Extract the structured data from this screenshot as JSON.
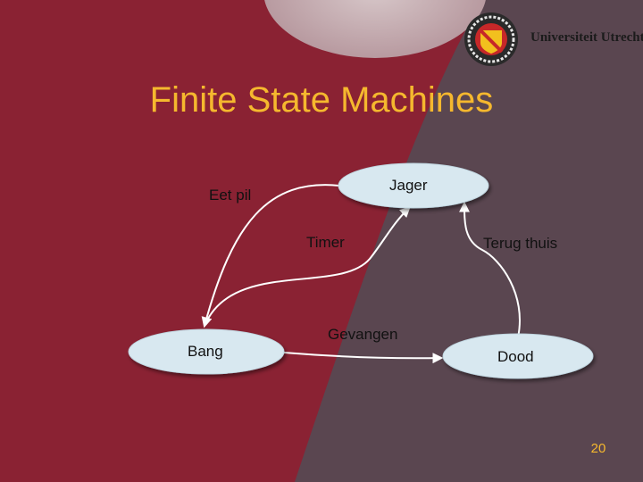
{
  "slide": {
    "title": "Finite State Machines",
    "page_number": "20",
    "logo_text": "Universiteit Utrecht",
    "colors": {
      "title": "#f5b82e",
      "background_red": "#8a2233",
      "background_gray": "#5a4650",
      "node_fill": "#d8e8f0",
      "arrow": "#ffffff"
    }
  },
  "diagram": {
    "states": {
      "jager": "Jager",
      "bang": "Bang",
      "dood": "Dood"
    },
    "transitions": {
      "eet_pil": "Eet pil",
      "timer": "Timer",
      "terug_thuis": "Terug thuis",
      "gevangen": "Gevangen"
    }
  }
}
